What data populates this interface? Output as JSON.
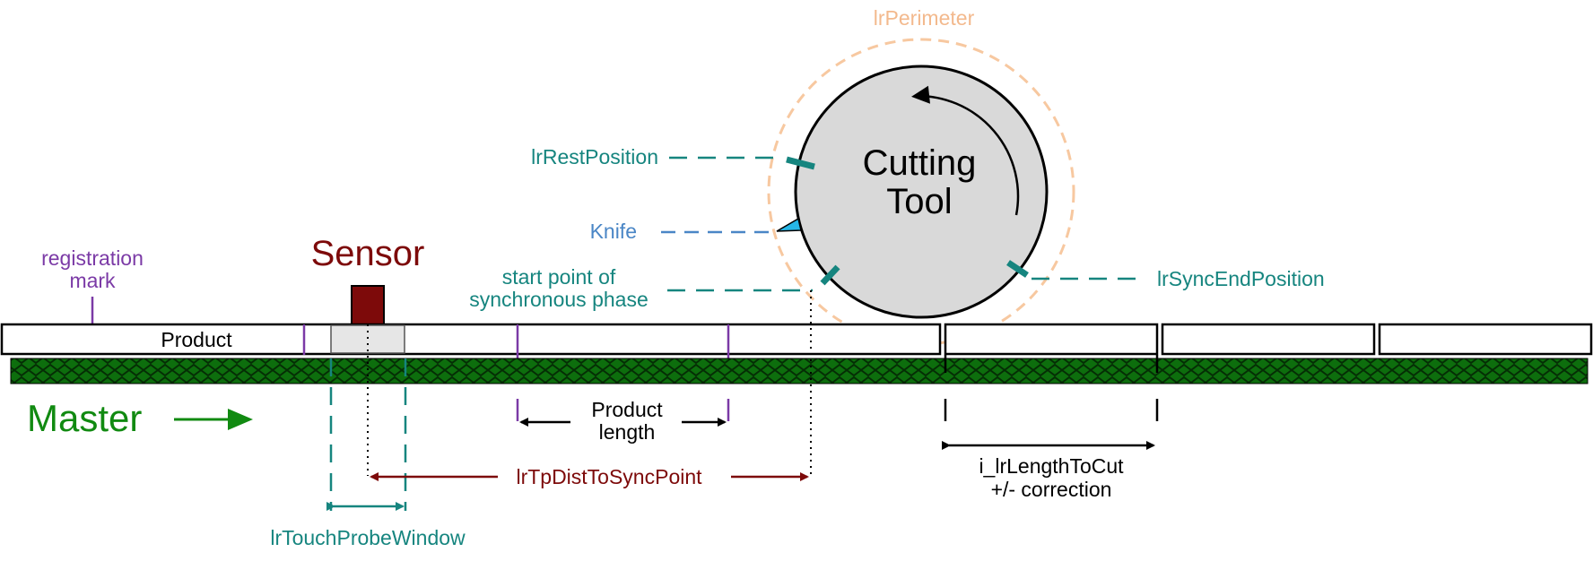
{
  "colors": {
    "teal": "#16857f",
    "purple": "#7b3aa6",
    "dark_red": "#7d0a0a",
    "green": "#118a11",
    "belt_green": "#0d6e0d",
    "knife_blue": "#4a86c6",
    "knife_fill": "#26b6e6",
    "perimeter_orange": "#f7c8a0",
    "tool_grey": "#d9d9d9",
    "window_grey": "#e6e6e6"
  },
  "labels": {
    "perimeter": "lrPerimeter",
    "cutting_tool_line1": "Cutting",
    "cutting_tool_line2": "Tool",
    "rest_position": "lrRestPosition",
    "knife": "Knife",
    "sync_end_position": "lrSyncEndPosition",
    "sync_start_line1": "start point of",
    "sync_start_line2": "synchronous phase",
    "registration_line1": "registration",
    "registration_line2": "mark",
    "sensor": "Sensor",
    "product": "Product",
    "master": "Master",
    "product_length_line1": "Product",
    "product_length_line2": "length",
    "tp_dist": "lrTpDistToSyncPoint",
    "length_to_cut_line1": "i_lrLengthToCut",
    "length_to_cut_line2": "+/- correction",
    "touch_probe_window": "lrTouchProbeWindow"
  },
  "icons": {
    "rotation": "rotation-arrow-icon",
    "master_direction": "arrow-right-icon"
  }
}
